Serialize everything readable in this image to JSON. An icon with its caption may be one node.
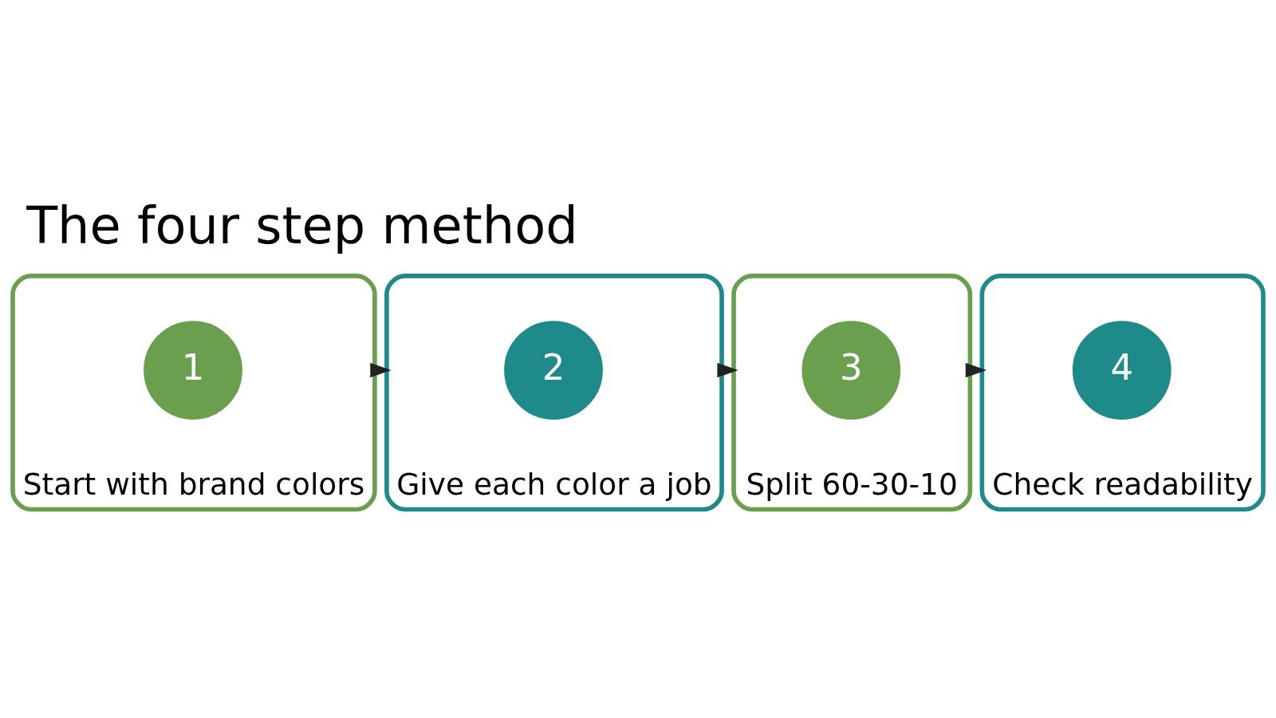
{
  "diagram": {
    "title": "The four step method",
    "nodes": [
      {
        "text": [
          "Start with brand colors"
        ]
      },
      {
        "text": [
          "1"
        ],
        "in": 0
      },
      {
        "text": [
          "Give each color a job"
        ]
      },
      {
        "text": [
          "2"
        ],
        "in": 2
      },
      {
        "text": [
          "Split 60-30-10"
        ]
      },
      {
        "text": [
          "3"
        ],
        "in": 4
      },
      {
        "text": [
          "Check readability"
        ]
      },
      {
        "text": [
          "4"
        ],
        "in": 6
      }
    ],
    "edges": [
      {
        "from": 0,
        "to": 2,
        "arrow": "to"
      },
      {
        "from": 2,
        "to": 4,
        "arrow": "to"
      },
      {
        "from": 4,
        "to": 6,
        "arrow": "to"
      }
    ]
  }
}
